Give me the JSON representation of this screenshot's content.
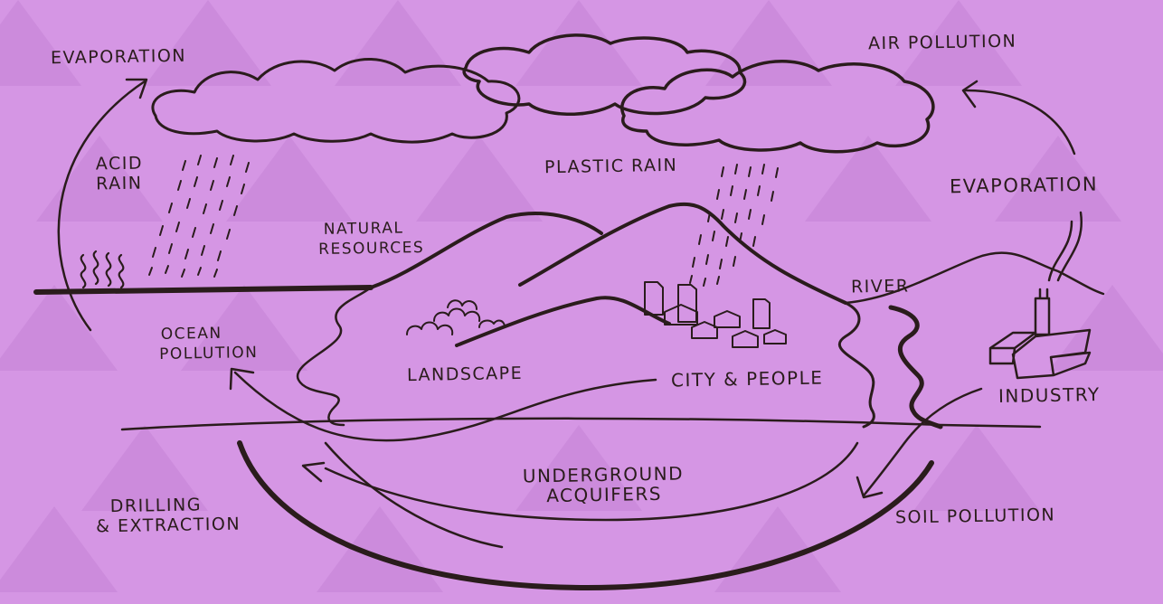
{
  "labels": {
    "evaporation_left": "EVAPORATION",
    "air_pollution": "AIR POLLUTION",
    "acid_rain_1": "ACID",
    "acid_rain_2": "RAIN",
    "plastic_rain": "PLASTIC RAIN",
    "evaporation_right": "EVAPORATION",
    "natural_resources_1": "NATURAL",
    "natural_resources_2": "RESOURCES",
    "river": "RIVER",
    "ocean_pollution_1": "OCEAN",
    "ocean_pollution_2": "POLLUTION",
    "landscape": "LANDSCAPE",
    "city_people": "CITY & PEOPLE",
    "industry": "INDUSTRY",
    "underground_1": "UNDERGROUND",
    "underground_2": "ACQUIFERS",
    "drilling_1": "DRILLING",
    "drilling_2": "& EXTRACTION",
    "soil_pollution": "SOIL POLLUTION"
  },
  "colors": {
    "background": "#d596e4",
    "ink": "#2a1c1c"
  }
}
